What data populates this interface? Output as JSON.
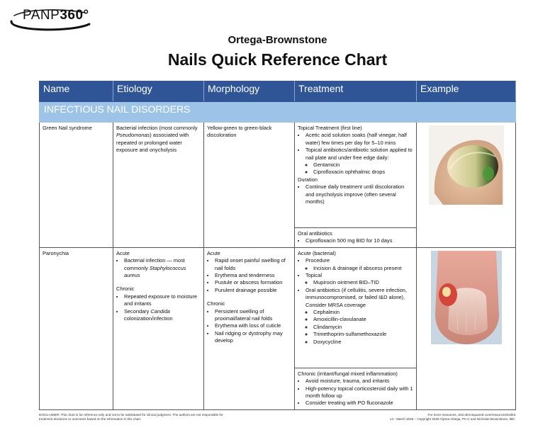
{
  "logo": {
    "prefix": "PANP",
    "number": "360°"
  },
  "header": {
    "subtitle": "Ortega-Brownstone",
    "title": "Nails Quick Reference Chart"
  },
  "table": {
    "columns": [
      "Name",
      "Etiology",
      "Morphology",
      "Treatment",
      "Example"
    ],
    "section": "INFECTIOUS NAIL DISORDERS",
    "green_nail": {
      "name": "Green Nail syndrome",
      "etiology_1": "Bacterial infection (most commonly ",
      "etiology_italic": "Pseudomonas",
      "etiology_2": ") associated with repeated or prolonged water exposure and onycholysis",
      "morphology": "Yellow-green to green-black discoloration",
      "treatment_heading": "Topical Treatment (first line)",
      "treatment_item_1": "Acetic acid solution soaks (half vinegar, half water) few times per day for 5–10 mins",
      "treatment_item_2": "Topical antibiotics/antibiotic solution applied to nail plate and under free edge daily:",
      "treatment_sub_1": "Gentamicin",
      "treatment_sub_2": "Ciprofloxacin ophthalmic drops",
      "duration_heading": "Duration",
      "duration_item": "Continue daily treatment until discoloration and onycholysis improve (often several months)",
      "oral_heading": "Oral antibiotics",
      "oral_item": "Ciprofloxacin 500 mg BID for 10 days",
      "image_name": "green-nail-photo"
    },
    "paronychia": {
      "name": "Paronychia",
      "etiology_acute_heading": "Acute",
      "etiology_acute_1": "Bacterial infection — most commonly ",
      "etiology_acute_italic": "Staphylococcus aureus",
      "etiology_chronic_heading": "Chronic",
      "etiology_chronic_1": "Repeated exposure to moisture and irritants",
      "etiology_chronic_2a": "Secondary ",
      "etiology_chronic_2_italic": "Candida",
      "etiology_chronic_2b": " colonization/infection",
      "morph_acute_heading": "Acute",
      "morph_acute": [
        "Rapid onset painful swelling of nail folds",
        "Erythema and tenderness",
        "Pustule or abscess formation",
        "Purulent drainage possible"
      ],
      "morph_chronic_heading": "Chronic",
      "morph_chronic": [
        "Persistent swelling of proximal/lateral nail folds",
        "Erythema with loss of cuticle",
        "Nail ridging or dystrophy may develop"
      ],
      "tx_acute_heading": "Acute (bacterial)",
      "tx_procedure": "Procedure",
      "tx_procedure_sub": "Incision & drainage if abscess present",
      "tx_topical": "Topical",
      "tx_topical_sub": "Mupirocin ointment BID–TID",
      "tx_oral": "Oral antibiotics (if cellulitis, severe infection, immunocompromised, or failed I&D alone), Consider MRSA coverage",
      "tx_oral_sub": [
        "Cephalexin",
        "Amoxicillin-clavulanate",
        "Clindamycin",
        "Trimethoprim-sulfamethoxazole",
        "Doxycycline"
      ],
      "tx_chronic_heading": "Chronic (irritant/fungal mixed inflammation)",
      "tx_chronic": [
        "Avoid moisture, trauma, and irritants",
        "High-potency topical corticosteroid daily with 1 month follow up",
        "Consider treating with PO fluconazole"
      ],
      "image_name": "paronychia-photo"
    }
  },
  "footer": {
    "disclaimer": "DISCLAIMER: This chart is for reference only and not to be substituted for clinical judgment. The authors are not responsible for treatment decisions or outcomes based on the information in this chart.",
    "resources": "For more resources, visit dermsquared.com/resources/toolkit",
    "version": "v4 - March 2026 – Copyright 2026 Alyssa Ortega, PA-C and Nicholas Brownstone, MD."
  },
  "colors": {
    "header_blue": "#2f5597",
    "section_blue": "#9dc3e6"
  }
}
